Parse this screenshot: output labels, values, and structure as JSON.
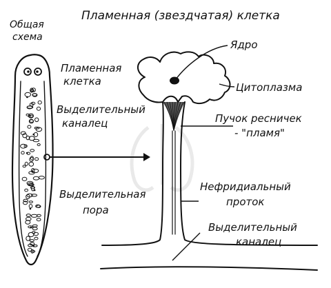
{
  "title": "Пламенная (звездчатая) клетка",
  "scheme_label": [
    "Общая",
    "схема"
  ],
  "left_labels": {
    "flame_cell": [
      "Пламенная",
      "клетка"
    ],
    "excretory_canal": [
      "Выделительный",
      "каналец"
    ],
    "excretory_pore": [
      "Выделительная",
      "пора"
    ]
  },
  "right_labels": {
    "nucleus": "Ядро",
    "cytoplasm": "Цитоплазма",
    "cilia_bundle": [
      "Пучок ресничек",
      "- \"пламя\""
    ],
    "nephridial_duct": [
      "Нефридиальный",
      "проток"
    ],
    "excretory_canal": [
      "Выделительный",
      "каналец"
    ]
  }
}
